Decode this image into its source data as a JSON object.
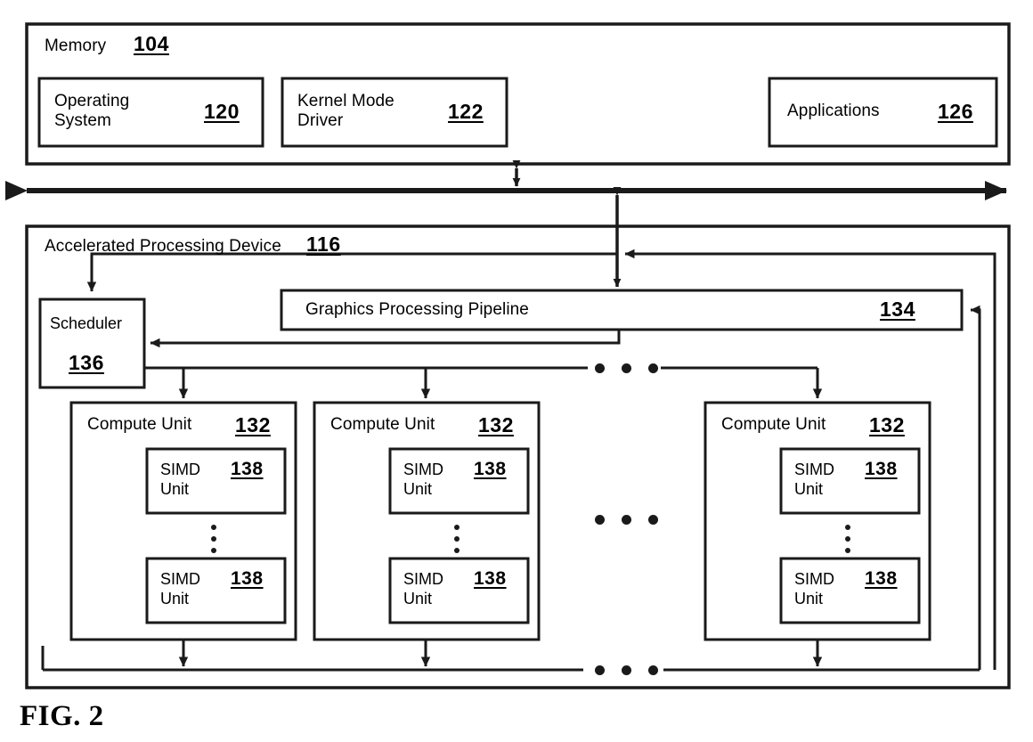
{
  "figure": {
    "label_prefix": "F",
    "label_smallcaps": "IG",
    "label_suffix": ". 2",
    "label_full": "FIG. 2"
  },
  "memory": {
    "title": "Memory",
    "ref": "104",
    "blocks": [
      {
        "name": "operating-system",
        "label_line1": "Operating",
        "label_line2": "System",
        "ref": "120"
      },
      {
        "name": "kernel-mode-driver",
        "label_line1": "Kernel Mode",
        "label_line2": "Driver",
        "ref": "122"
      },
      {
        "name": "applications",
        "label_line1": "Applications",
        "label_line2": "",
        "ref": "126"
      }
    ]
  },
  "apd": {
    "title": "Accelerated Processing Device",
    "ref": "116",
    "scheduler": {
      "label": "Scheduler",
      "ref": "136"
    },
    "graphics_pipeline": {
      "label": "Graphics Processing Pipeline",
      "ref": "134"
    },
    "compute_units": [
      {
        "label": "Compute Unit",
        "ref": "132",
        "simd_units": [
          {
            "label_line1": "SIMD",
            "label_line2": "Unit",
            "ref": "138"
          },
          {
            "label_line1": "SIMD",
            "label_line2": "Unit",
            "ref": "138"
          }
        ]
      },
      {
        "label": "Compute Unit",
        "ref": "132",
        "simd_units": [
          {
            "label_line1": "SIMD",
            "label_line2": "Unit",
            "ref": "138"
          },
          {
            "label_line1": "SIMD",
            "label_line2": "Unit",
            "ref": "138"
          }
        ]
      },
      {
        "label": "Compute Unit",
        "ref": "132",
        "simd_units": [
          {
            "label_line1": "SIMD",
            "label_line2": "Unit",
            "ref": "138"
          },
          {
            "label_line1": "SIMD",
            "label_line2": "Unit",
            "ref": "138"
          }
        ]
      }
    ]
  },
  "colors": {
    "stroke": "#1a1a1a",
    "background": "#ffffff",
    "text": "#000000"
  }
}
